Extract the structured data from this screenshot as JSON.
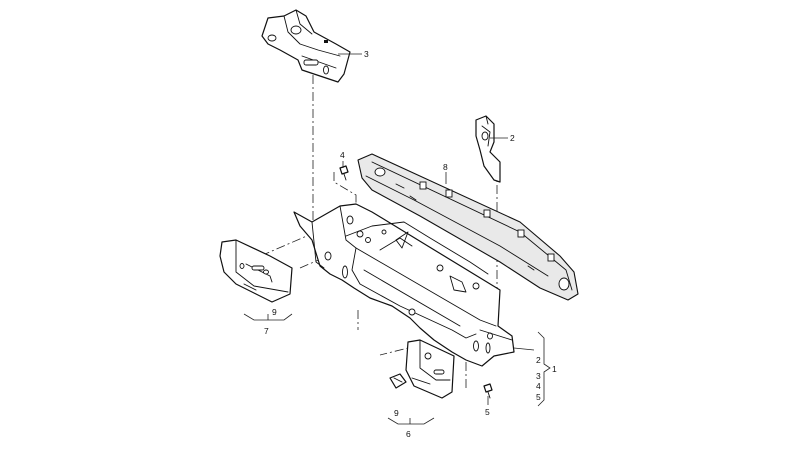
{
  "callouts": {
    "c3_top": "3",
    "c2_top": "2",
    "c4_top": "4",
    "c8": "8",
    "c9_left": "9",
    "c7": "7",
    "c9_bottom": "9",
    "c6": "6",
    "c5": "5",
    "c1": "1",
    "c2_group": "2",
    "c3_group": "3",
    "c4_group": "4",
    "c5_group": "5"
  }
}
